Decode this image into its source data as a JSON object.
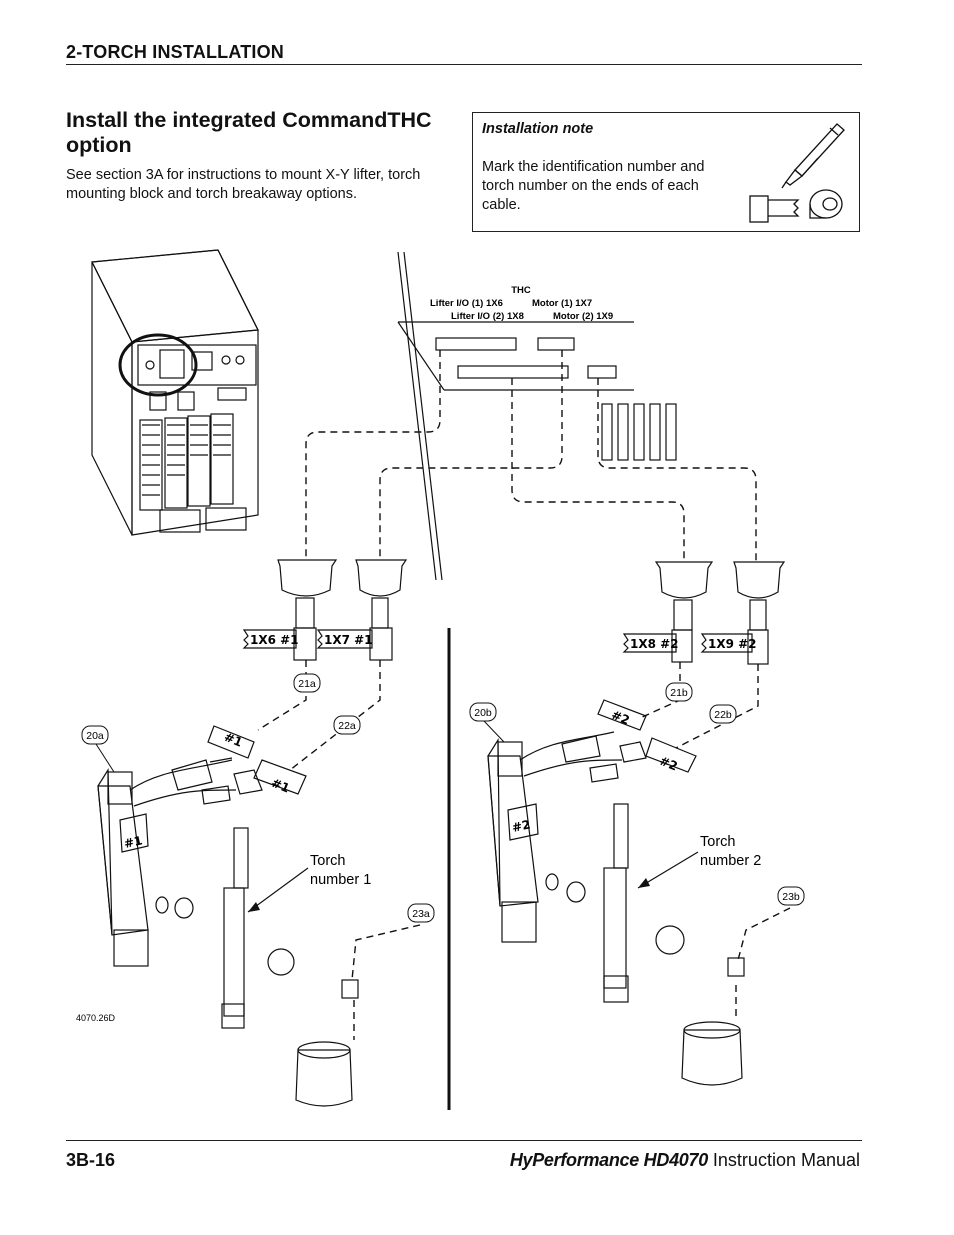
{
  "header": {
    "section": "2-TORCH INSTALLATION"
  },
  "main": {
    "title": "Install the integrated CommandTHC option",
    "intro": "See section 3A for instructions to mount X-Y lifter, torch mounting block and torch breakaway options."
  },
  "note": {
    "heading": "Installation note",
    "text": "Mark the identification number and torch number on the ends of each cable."
  },
  "diagram": {
    "thc_title": "THC",
    "thc_lifter1": "Lifter I/O (1) 1X6",
    "thc_motor1": "Motor (1) 1X7",
    "thc_lifter2": "Lifter I/O (2) 1X8",
    "thc_motor2": "Motor (2) 1X9",
    "tags": {
      "t1x6": "1X6 #1",
      "t1x7": "1X7 #1",
      "t1x8": "1X8 #2",
      "t1x9": "1X9 #2",
      "hash1": "#1",
      "hash2": "#2"
    },
    "callouts": {
      "c21a": "21a",
      "c22a": "22a",
      "c20a": "20a",
      "c23a": "23a",
      "c20b": "20b",
      "c21b": "21b",
      "c22b": "22b",
      "c23b": "23b"
    },
    "torch1_line1": "Torch",
    "torch1_line2": "number 1",
    "torch2_line1": "Torch",
    "torch2_line2": "number 2",
    "figure_number": "4070.26D"
  },
  "footer": {
    "page_number": "3B-16",
    "product": "HyPerformance HD4070",
    "manual": " Instruction Manual"
  }
}
